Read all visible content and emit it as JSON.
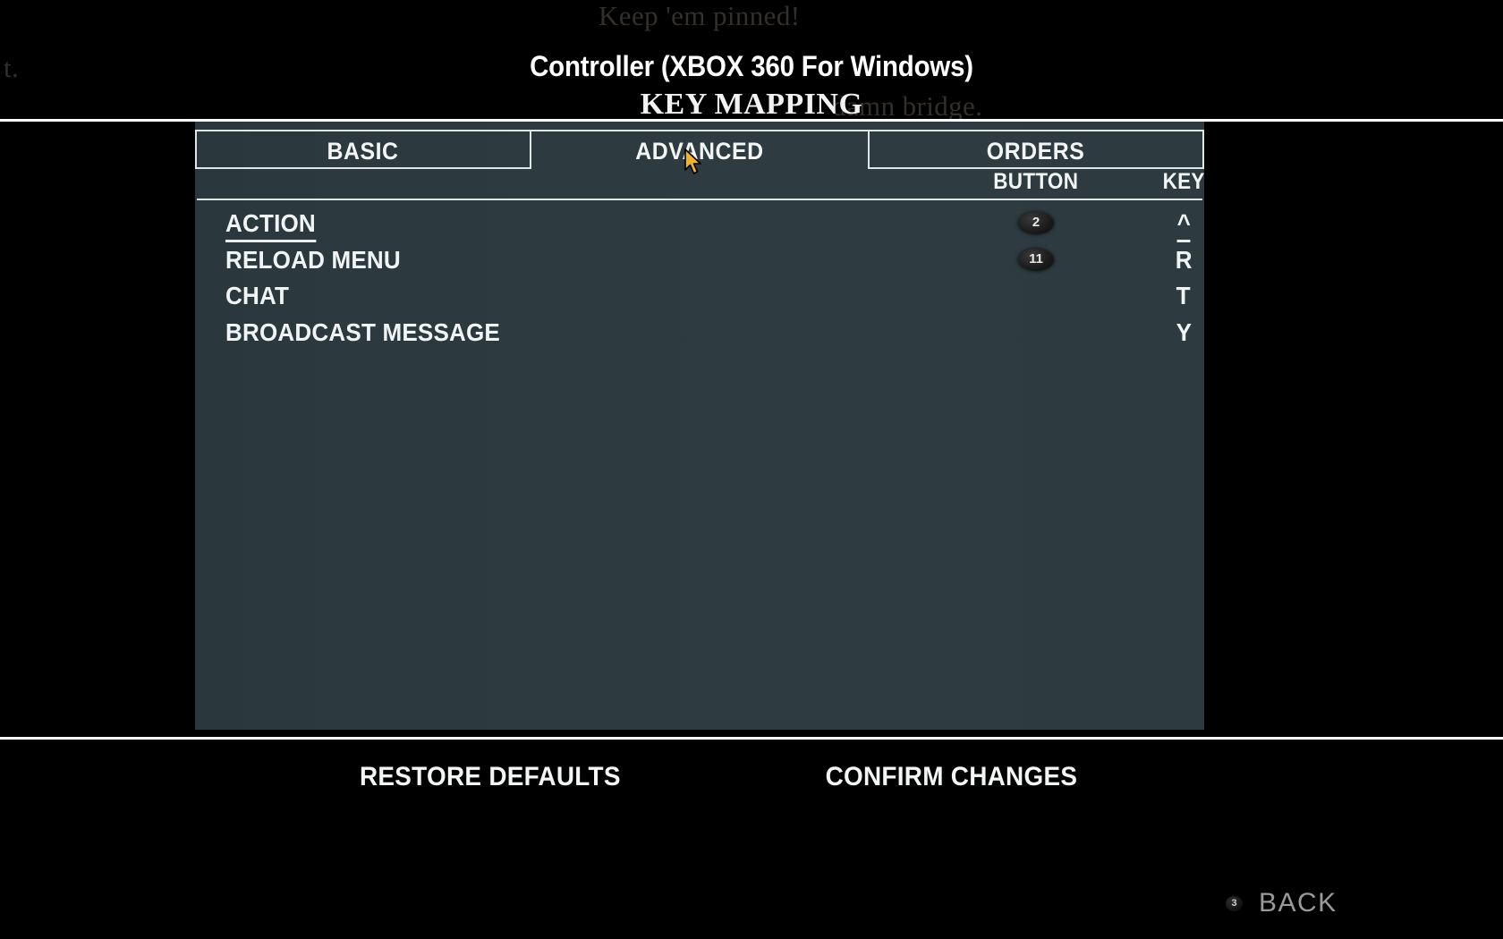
{
  "background_story_text": {
    "top_line": "Keep 'em pinned!",
    "left_fragment": "t.",
    "right_fragment": "damn bridge."
  },
  "header": {
    "controller_title": "Controller (XBOX 360 For Windows)",
    "screen_title": "KEY MAPPING"
  },
  "tabs": [
    {
      "id": "basic",
      "label": "BASIC",
      "active": false
    },
    {
      "id": "advanced",
      "label": "ADVANCED",
      "active": true
    },
    {
      "id": "orders",
      "label": "ORDERS",
      "active": false
    }
  ],
  "table": {
    "headers": {
      "action": "ACTION",
      "button": "BUTTON",
      "key": "KEY"
    },
    "rows": [
      {
        "action": "RELOAD MENU",
        "button": "11",
        "key": "R"
      },
      {
        "action": "CHAT",
        "button": "",
        "key": "T"
      },
      {
        "action": "BROADCAST MESSAGE",
        "button": "",
        "key": "Y"
      }
    ],
    "header_row_button": "2",
    "header_row_key": "^"
  },
  "footer": {
    "restore_defaults": "RESTORE DEFAULTS",
    "confirm_changes": "CONFIRM CHANGES",
    "back_badge": "3",
    "back_label": "BACK"
  },
  "colors": {
    "panel_bg": "#2d3b41",
    "text": "#f1f4f4",
    "rule": "#ffffff",
    "border": "#dfe6e6",
    "badge_bg": "#161616",
    "back_text": "#9a9a9a",
    "cursor": "#f0b233",
    "background_story": "#33302c"
  }
}
